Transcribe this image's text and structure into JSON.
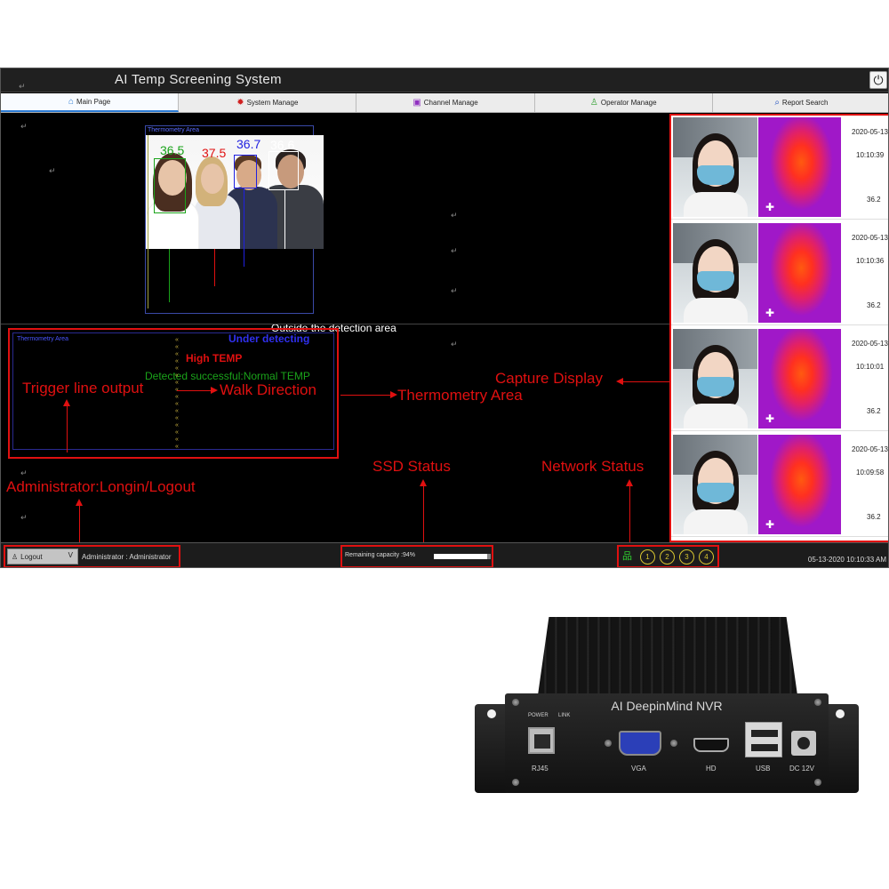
{
  "app": {
    "title": "AI Temp Screening System",
    "power_icon": "power-icon",
    "paragraph_mark": "↵"
  },
  "tabs": [
    {
      "label": "Main Page",
      "icon": "home-icon",
      "active": true
    },
    {
      "label": "System Manage",
      "icon": "gear-icon",
      "active": false
    },
    {
      "label": "Channel Manage",
      "icon": "channel-icon",
      "active": false
    },
    {
      "label": "Operator Manage",
      "icon": "user-icon",
      "active": false
    },
    {
      "label": "Report Search",
      "icon": "search-icon",
      "active": false
    }
  ],
  "preview": {
    "area_label": "Thermometry Area",
    "temps": [
      "36.5",
      "37.5",
      "36.7",
      "36.6"
    ],
    "temp_colors": [
      "#1aa31a",
      "#e01010",
      "#2020e0",
      "#ffffff"
    ],
    "labels": {
      "outside": "Outside the detection area",
      "under": "Under detecting",
      "high": "High TEMP",
      "normal": "Detected successful:Normal TEMP"
    }
  },
  "thermo_area": {
    "label": "Thermometry Area",
    "trigger_marks": "«"
  },
  "annotations": {
    "trigger": "Trigger line output",
    "walk": "Walk Direction",
    "thermometry": "Thermometry Area",
    "capture": "Capture Display",
    "ssd": "SSD Status",
    "network": "Network Status",
    "admin": "Administrator:Longin/Logout"
  },
  "captures": [
    {
      "date": "2020-05-13",
      "time": "10:10:39",
      "temp": "36.2"
    },
    {
      "date": "2020-05-13",
      "time": "10:10:36",
      "temp": "36.2"
    },
    {
      "date": "2020-05-13",
      "time": "10:10:01",
      "temp": "36.2"
    },
    {
      "date": "2020-05-13",
      "time": "10:09:58",
      "temp": "36.2"
    }
  ],
  "status": {
    "logout_label": "Logout",
    "logout_dropdown": "V",
    "admin_text": "Administrator : Administrator",
    "ssd_text": "Remaining capacity :94%",
    "ssd_percent": 94,
    "channels": [
      "1",
      "2",
      "3",
      "4"
    ],
    "datetime": "05-13-2020 10:10:33 AM"
  },
  "device": {
    "brand": "AI DeepinMind NVR",
    "power_label": "POWER",
    "link_label": "LINK",
    "ports": [
      "RJ45",
      "VGA",
      "HD",
      "USB",
      "DC 12V"
    ]
  },
  "colors": {
    "annotation_red": "#e01010",
    "accent_blue": "#2b7bd4",
    "channel_yellow": "#d8c630",
    "network_green": "#2fd02f"
  }
}
